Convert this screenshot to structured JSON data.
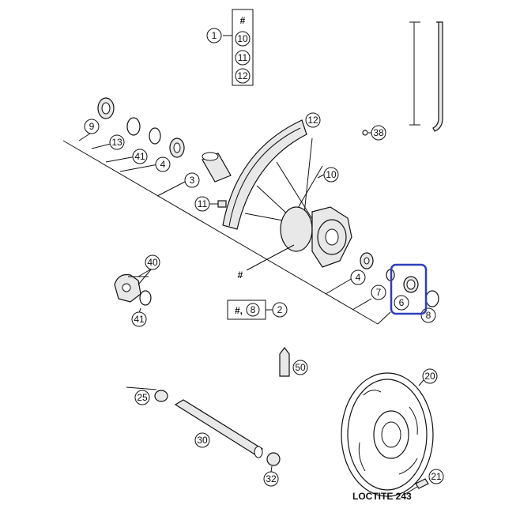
{
  "legend_box": {
    "symbol": "#",
    "items": [
      "10",
      "11",
      "12"
    ]
  },
  "callouts": {
    "c1": "1",
    "c2": "2",
    "c3": "3",
    "c4a": "4",
    "c4b": "4",
    "c6": "6",
    "c7": "7",
    "c8a": "8",
    "c8b": "8",
    "c9": "9",
    "c10": "10",
    "c11": "11",
    "c12": "12",
    "c13": "13",
    "c20": "20",
    "c21": "21",
    "c25": "25",
    "c30": "30",
    "c32": "32",
    "c38": "38",
    "c40": "40",
    "c41a": "41",
    "c41b": "41",
    "c50": "50"
  },
  "labels": {
    "hash_wheel": "#",
    "hash_kit": "#,",
    "loctite": "LOCTITE 243"
  },
  "highlight": {
    "color": "#2f3fbf",
    "target": "6"
  },
  "colors": {
    "ink": "#111111",
    "background": "#ffffff"
  }
}
